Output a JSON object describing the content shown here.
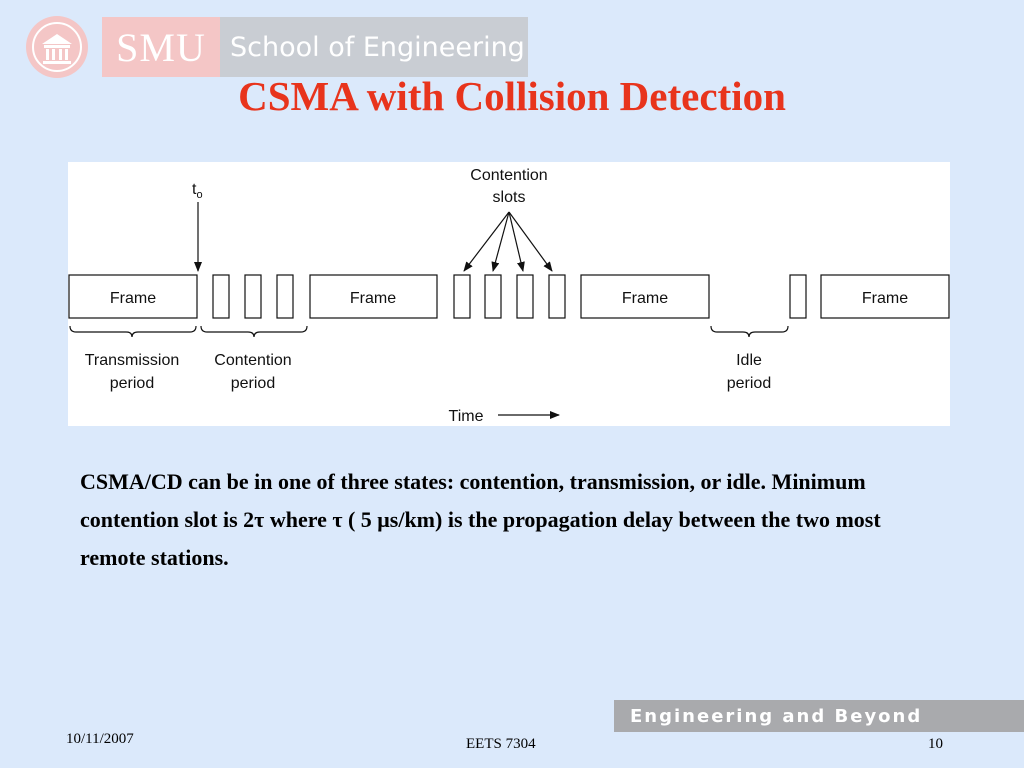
{
  "header": {
    "logo_seal_icon": "university-seal-icon",
    "logo_smu": "SMU",
    "logo_school": "School of Engineering"
  },
  "slide": {
    "title": "CSMA with Collision Detection",
    "body": "CSMA/CD can be in one of three states: contention, transmission, or idle. Minimum contention slot is 2τ where τ ( 5 μs/km) is the propagation delay between the two most remote stations."
  },
  "figure": {
    "frame_label": "Frame",
    "t0_main": "t",
    "t0_sub": "o",
    "contention_slots_line1": "Contention",
    "contention_slots_line2": "slots",
    "transmission_period_line1": "Transmission",
    "transmission_period_line2": "period",
    "contention_period_line1": "Contention",
    "contention_period_line2": "period",
    "idle_period_line1": "Idle",
    "idle_period_line2": "period",
    "time_label": "Time"
  },
  "footer": {
    "tagline": "Engineering and Beyond",
    "date": "10/11/2007",
    "course": "EETS 7304",
    "page_number": "10"
  },
  "colors": {
    "background": "#dbe9fb",
    "title": "#e8341c",
    "footer_band": "#a9aaad"
  }
}
